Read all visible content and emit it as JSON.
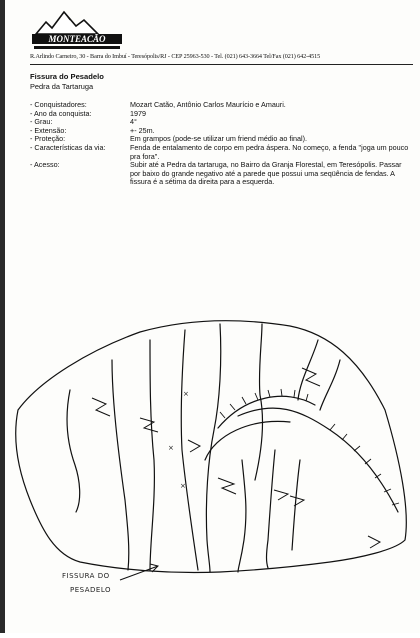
{
  "header": {
    "logo_text": "MONTEACÃO",
    "address": "R.Arlindo Carneiro, 30 - Barra do Imbuí - Teresópolis/RJ - CEP 25963-530 - Tel. (021) 643-3664   Tel/Fax (021) 642-4515"
  },
  "route": {
    "title": "Fissura do Pesadelo",
    "subtitle": "Pedra da Tartaruga",
    "fields": [
      {
        "label": "- Conquistadores:",
        "value": "Mozart Catão, Antônio Carlos Maurício e Amauri."
      },
      {
        "label": "- Ano da conquista:",
        "value": "1979"
      },
      {
        "label": "- Grau:",
        "value": "4°"
      },
      {
        "label": "- Extensão:",
        "value": "+- 25m."
      },
      {
        "label": "- Proteção:",
        "value": "Em grampos (pode-se utilizar um friend médio ao final)."
      },
      {
        "label": "- Características da via:",
        "value": "Fenda de entalamento de corpo em pedra áspera. No começo, a fenda \"joga um pouco pra fora\"."
      },
      {
        "label": "- Acesso:",
        "value": "Subir até a Pedra da tartaruga, no Bairro da Granja Florestal, em Teresópolis. Passar por baixo do grande negativo até a parede que possui uma seqüência de fendas. A fissura é a sétima da direita para a esquerda."
      }
    ]
  },
  "topo": {
    "label_line1": "FISSURA DO",
    "label_line2": "PESADELO"
  }
}
